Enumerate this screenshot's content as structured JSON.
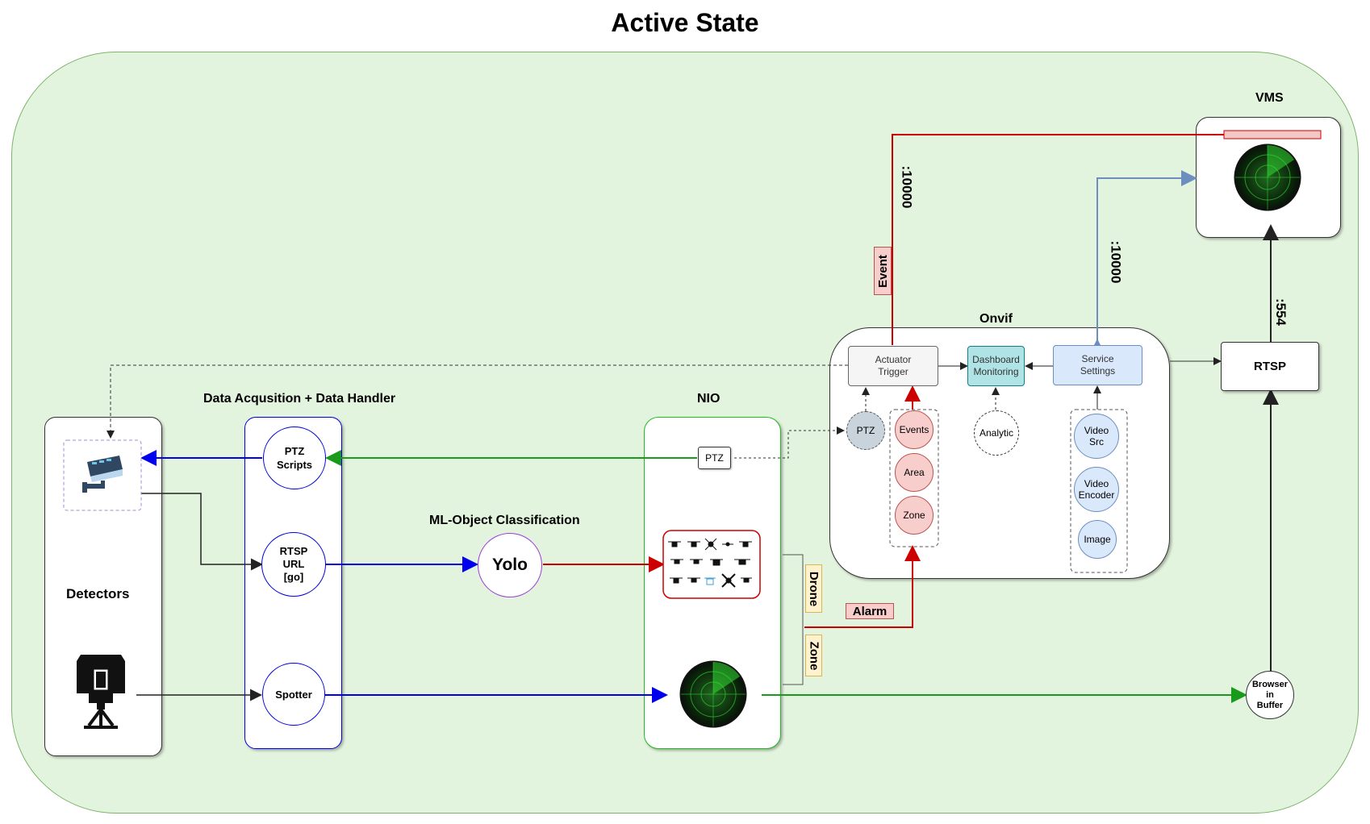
{
  "title": "Active State",
  "groups": {
    "vms": "VMS",
    "onvif": "Onvif",
    "nio": "NIO",
    "data_acq": "Data Acqusition + Data Handler",
    "ml": "ML-Object Classification",
    "detectors": "Detectors"
  },
  "nodes": {
    "actuator_trigger": "Actuator\nTrigger",
    "dashboard_monitoring": "Dashboard\nMonitoring",
    "service_settings": "Service\nSettings",
    "rtsp": "RTSP",
    "ptz_onvif": "PTZ",
    "events": "Events",
    "area": "Area",
    "zone": "Zone",
    "analytic": "Analytic",
    "video_src": "Video\nSrc",
    "video_encoder": "Video\nEncoder",
    "image": "Image",
    "ptz_nio": "PTZ",
    "ptz_scripts": "PTZ\nScripts",
    "rtsp_url": "RTSP\nURL\n[go]",
    "spotter": "Spotter",
    "yolo": "Yolo",
    "browser_buffer": "Browser\nin\nBuffer"
  },
  "edge_labels": {
    "event": "Event",
    "port_10000_a": ":10000",
    "port_10000_b": ":10000",
    "port_554": ":554",
    "alarm": "Alarm",
    "drone": "Drone",
    "zone_tag": "Zone"
  },
  "icons": {
    "camera": "security-camera-icon",
    "scanner": "laser-scanner-icon",
    "radar_vms": "radar-icon",
    "radar_nio": "radar-icon",
    "drones": "drone-grid-icon"
  },
  "colors": {
    "background": "#e3f4de",
    "red": "#cc0000",
    "green": "#1a9a1a",
    "blue": "#0000ee",
    "steel_blue": "#6c8ebf",
    "dark": "#333333"
  }
}
